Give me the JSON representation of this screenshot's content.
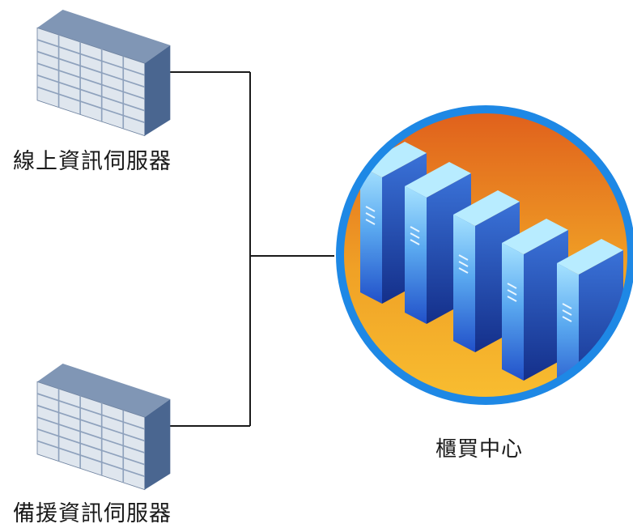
{
  "nodes": {
    "online_server": {
      "label": "線上資訊伺服器",
      "icon": "rack-server-icon"
    },
    "backup_server": {
      "label": "備援資訊伺服器",
      "icon": "rack-server-icon"
    },
    "data_center": {
      "label": "櫃買中心",
      "icon": "server-cluster-icon"
    }
  },
  "connections": [
    {
      "from": "online_server",
      "to": "data_center"
    },
    {
      "from": "backup_server",
      "to": "data_center"
    }
  ],
  "colors": {
    "line": "#1a1a1a",
    "server_front": "#e8edf3",
    "server_side": "#4a6690",
    "server_top": "#8096b5",
    "circle_ring": "#1e88e5",
    "circle_fill_top": "#e0601c",
    "circle_fill_bottom": "#f7b52a",
    "tower_light": "#8fd3ff",
    "tower_dark": "#1d47b8"
  }
}
